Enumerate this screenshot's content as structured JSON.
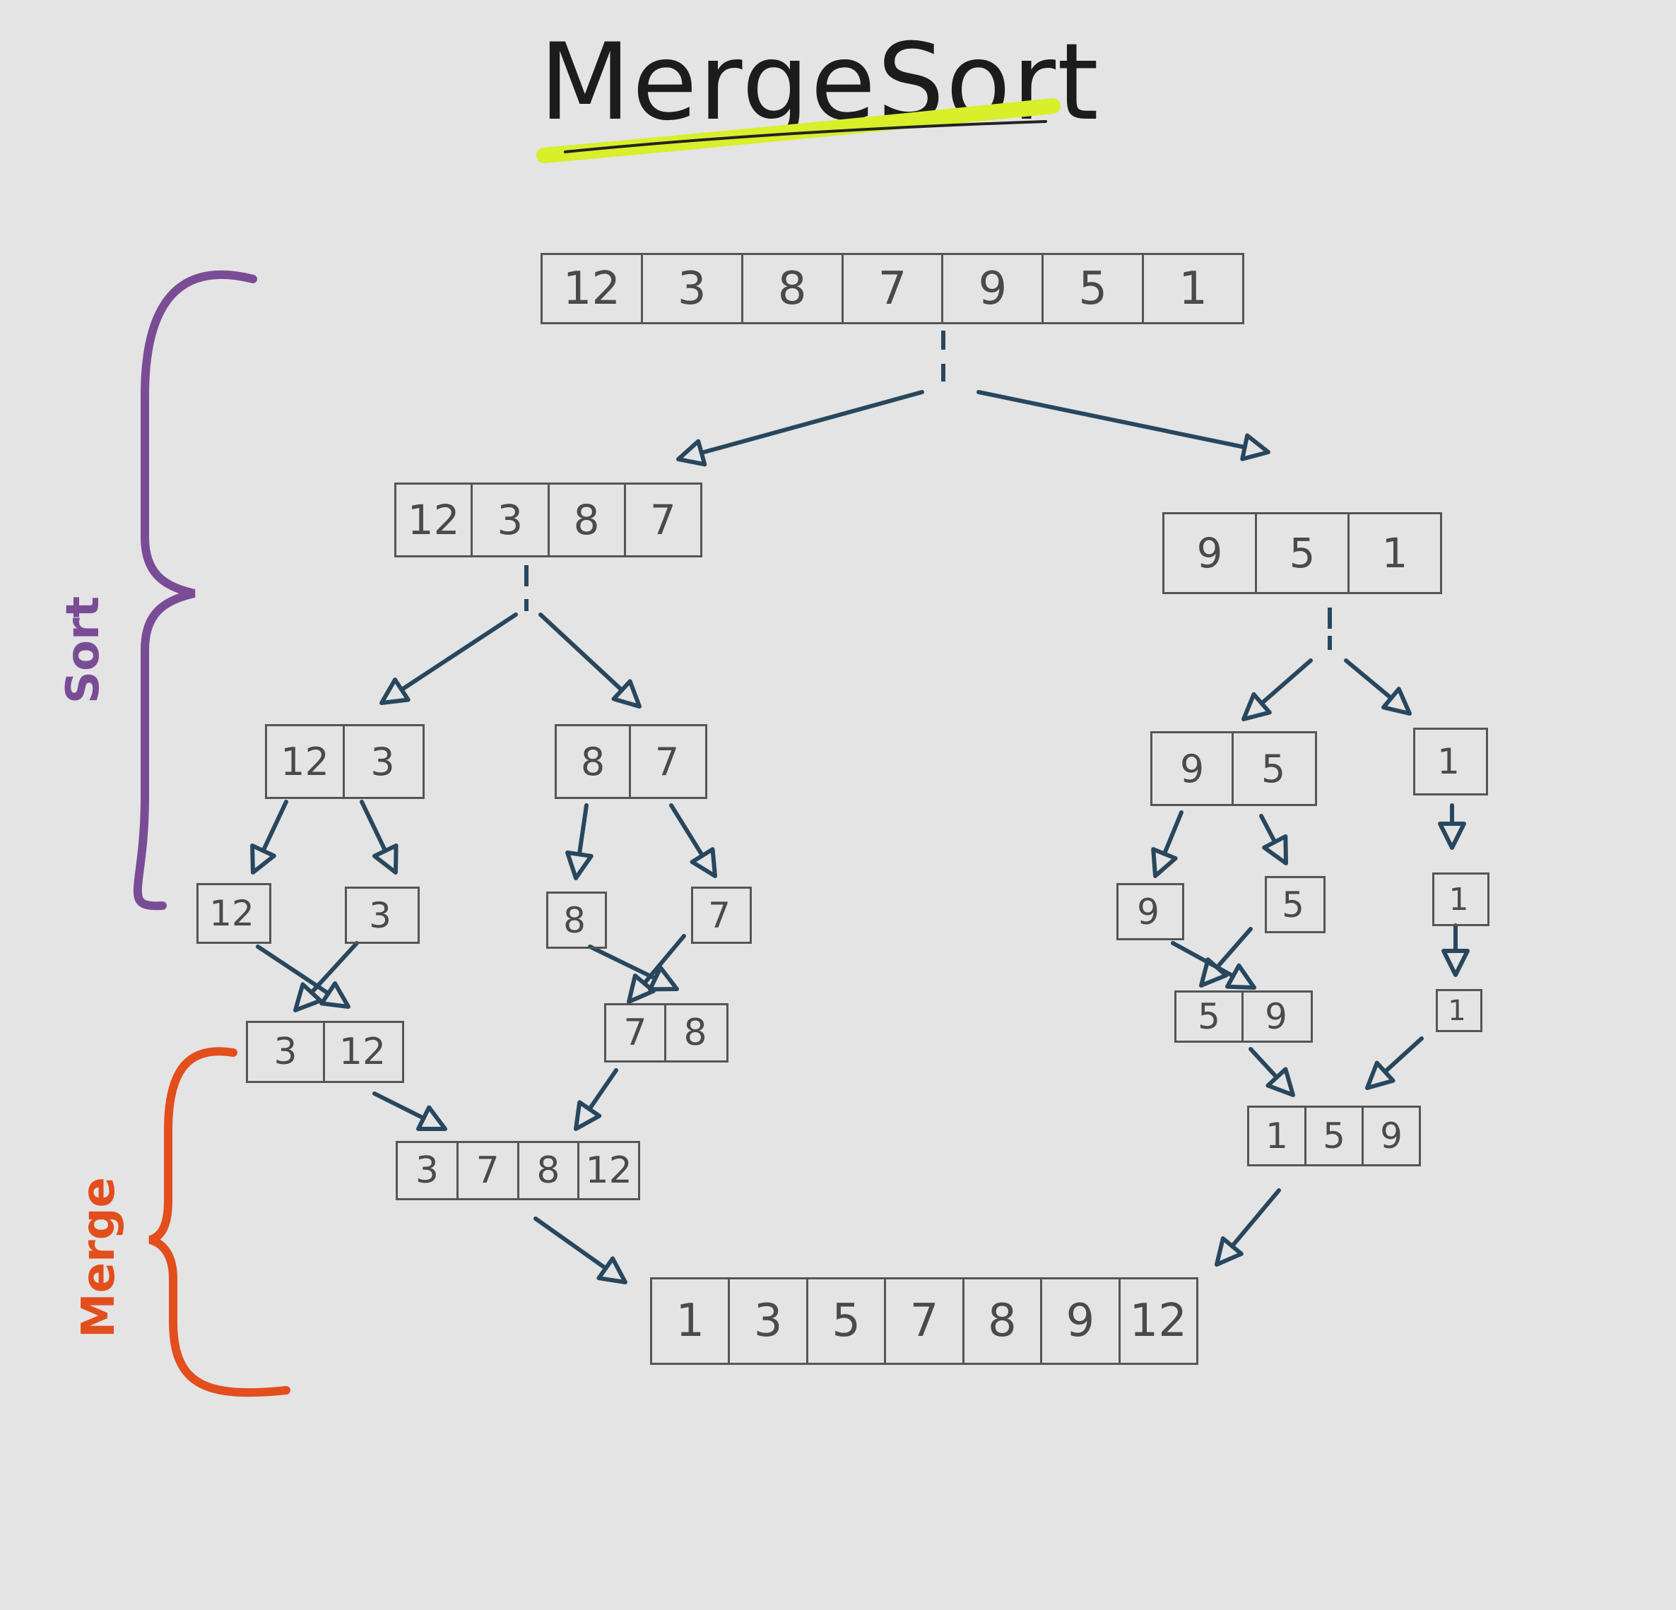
{
  "title": "MergeSort",
  "labels": {
    "sort": "Sort",
    "merge": "Merge"
  },
  "colors": {
    "arrow": "#28475e",
    "box": "#555555",
    "digit": "#4a4a4a",
    "title_underline": "#d8ef2a",
    "sort_brace": "#7a4c96",
    "merge_brace": "#e24e1c"
  },
  "arrays": {
    "root": [
      "12",
      "3",
      "8",
      "7",
      "9",
      "5",
      "1"
    ],
    "left": [
      "12",
      "3",
      "8",
      "7"
    ],
    "right": [
      "9",
      "5",
      "1"
    ],
    "l_a": [
      "12",
      "3"
    ],
    "l_b": [
      "8",
      "7"
    ],
    "r_a": [
      "9",
      "5"
    ],
    "r_b": [
      "1"
    ],
    "s_12": [
      "12"
    ],
    "s_3": [
      "3"
    ],
    "s_8": [
      "8"
    ],
    "s_7": [
      "7"
    ],
    "s_9": [
      "9"
    ],
    "s_5": [
      "5"
    ],
    "s_1a": [
      "1"
    ],
    "s_1b": [
      "1"
    ],
    "m_3_12": [
      "3",
      "12"
    ],
    "m_7_8": [
      "7",
      "8"
    ],
    "m_5_9": [
      "5",
      "9"
    ],
    "m_left": [
      "3",
      "7",
      "8",
      "12"
    ],
    "m_right": [
      "1",
      "5",
      "9"
    ],
    "final": [
      "1",
      "3",
      "5",
      "7",
      "8",
      "9",
      "12"
    ]
  }
}
